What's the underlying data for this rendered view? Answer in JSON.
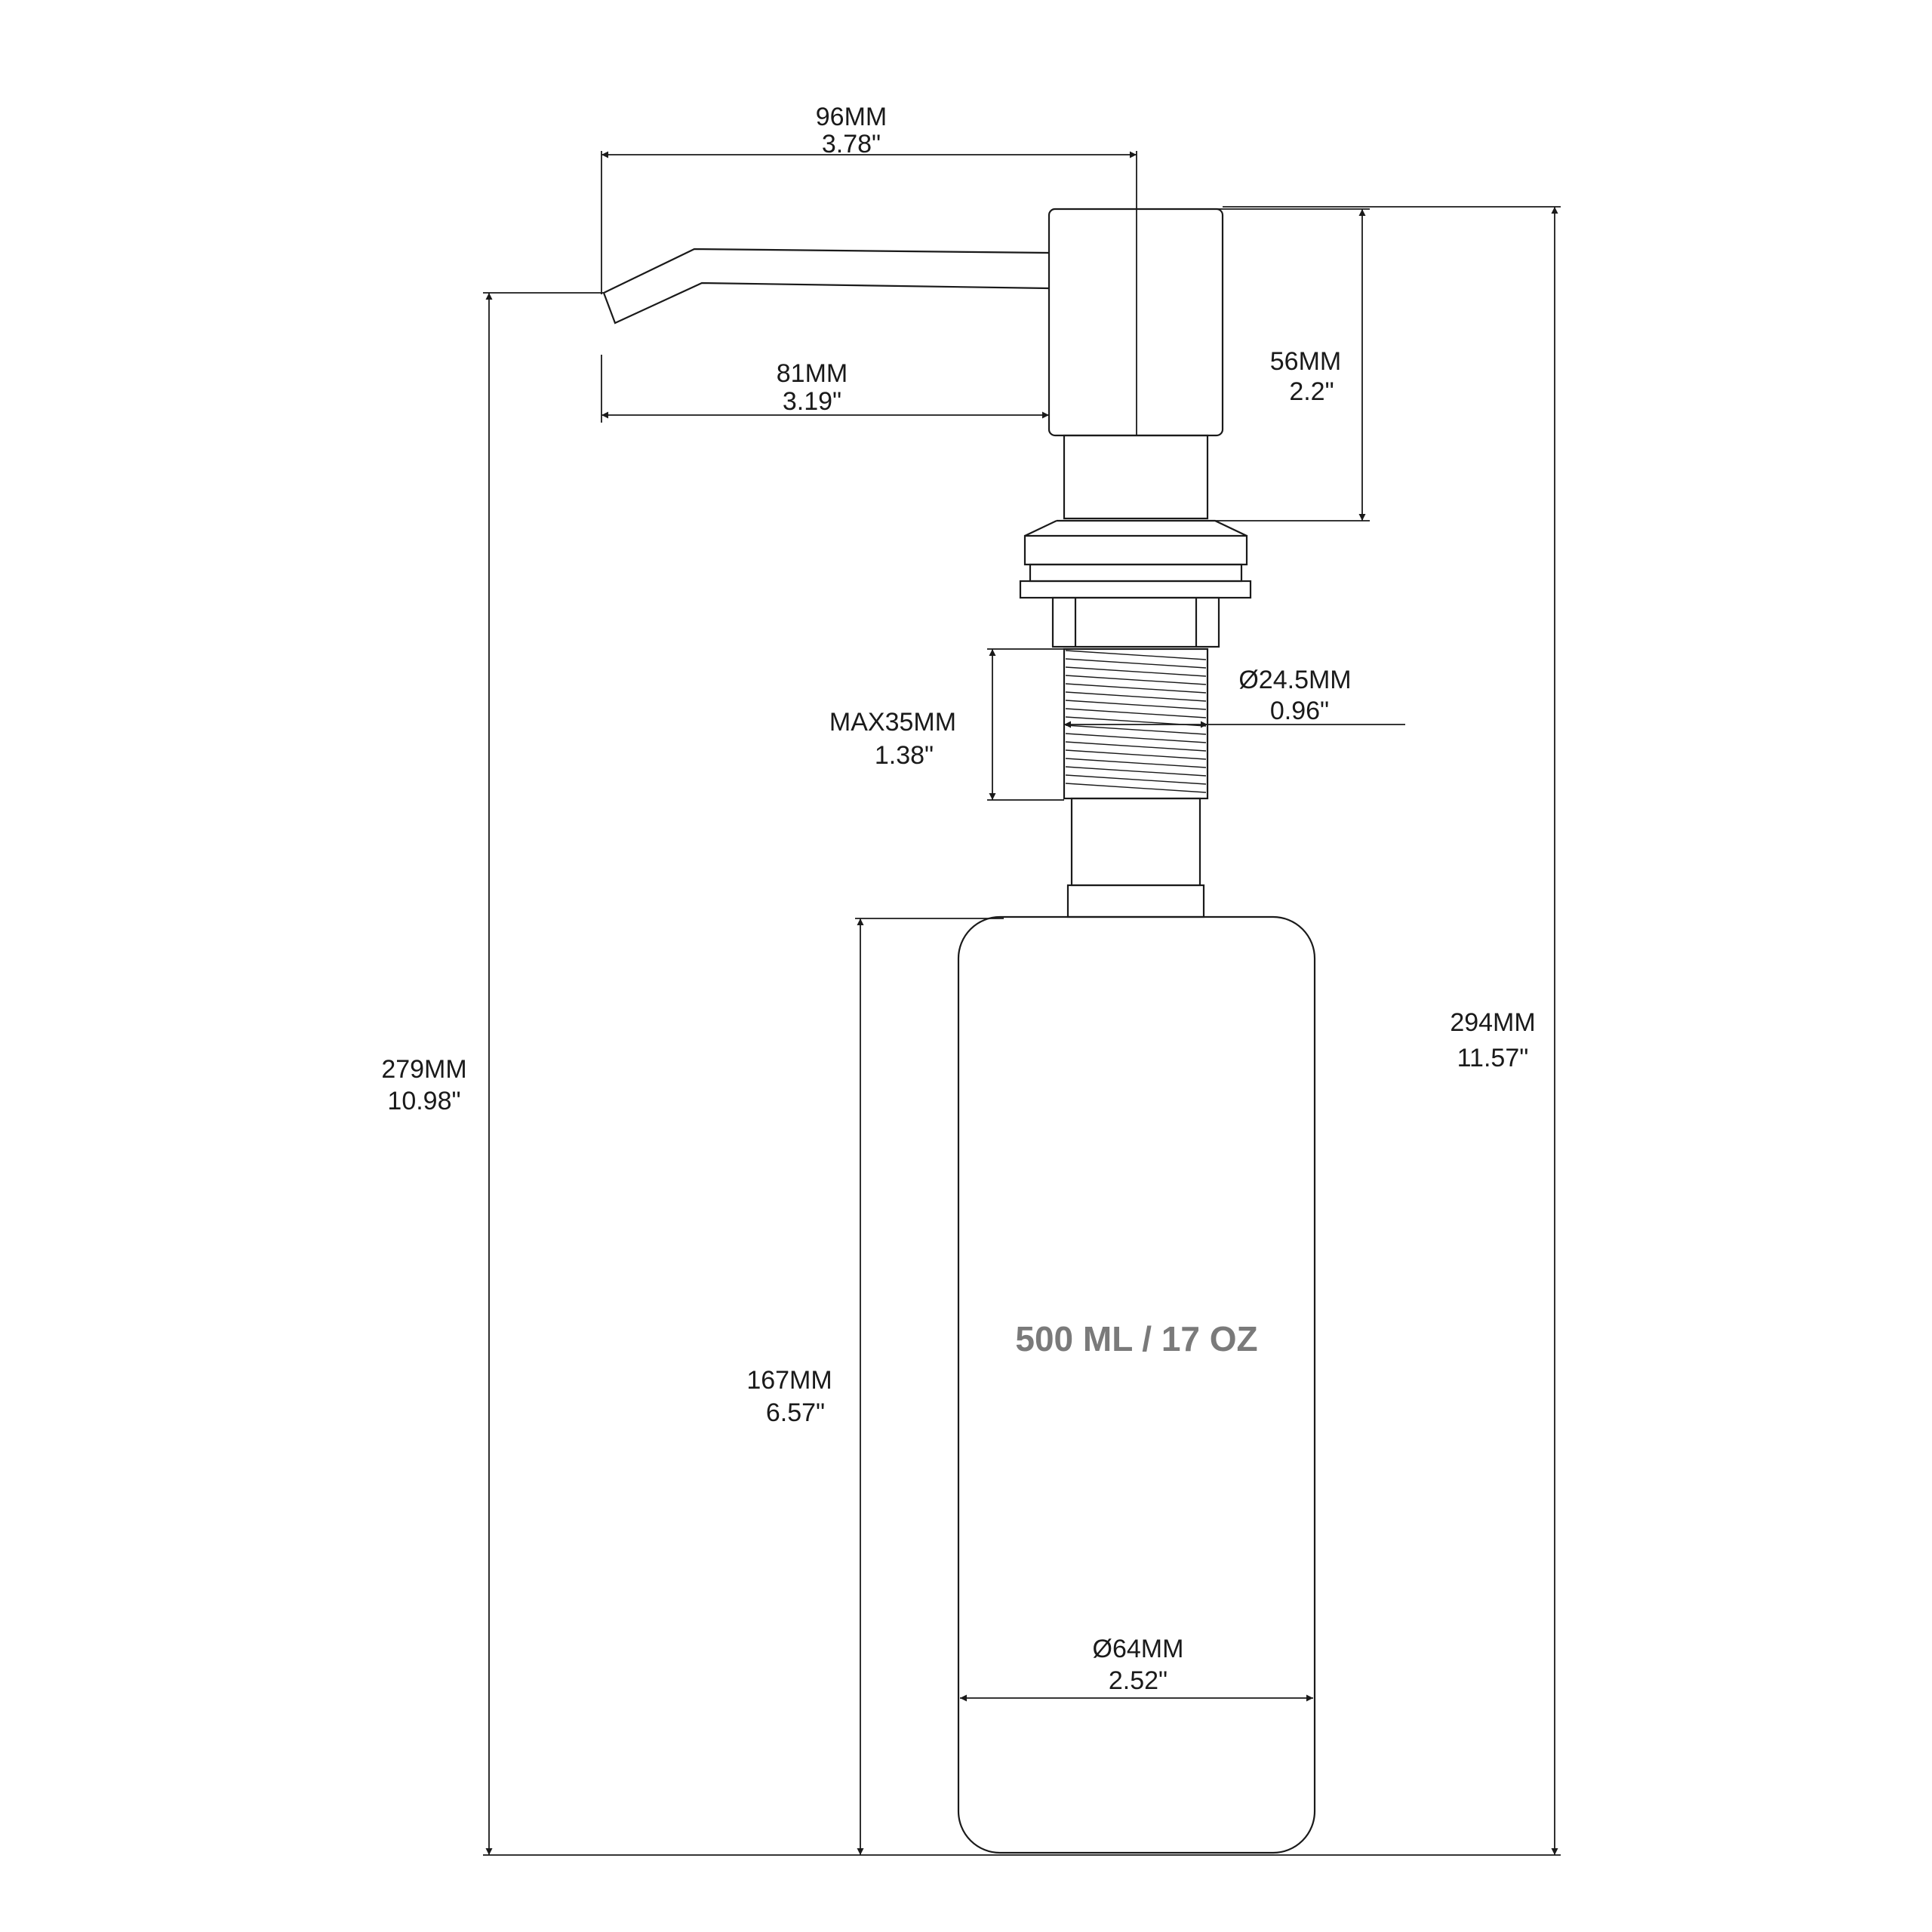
{
  "dimensions": {
    "spout_total_width": {
      "mm": "96MM",
      "inch": "3.78\""
    },
    "spout_reach": {
      "mm": "81MM",
      "inch": "3.19\""
    },
    "head_height": {
      "mm": "56MM",
      "inch": "2.2\""
    },
    "thread_length": {
      "mm": "MAX35MM",
      "inch": "1.38\""
    },
    "thread_diameter": {
      "mm": "Ø24.5MM",
      "inch": "0.96\""
    },
    "height_under_spout": {
      "mm": "279MM",
      "inch": "10.98\""
    },
    "overall_height": {
      "mm": "294MM",
      "inch": "11.57\""
    },
    "bottle_height": {
      "mm": "167MM",
      "inch": "6.57\""
    },
    "bottle_diameter": {
      "mm": "Ø64MM",
      "inch": "2.52\""
    }
  },
  "bottle": {
    "capacity_label": "500 ML / 17 OZ"
  }
}
